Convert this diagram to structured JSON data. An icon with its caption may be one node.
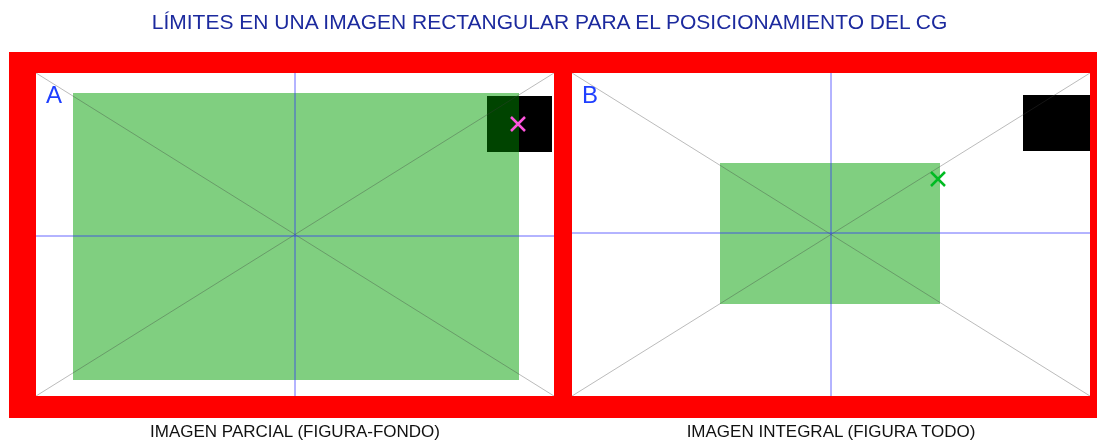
{
  "diagram": {
    "title": "LÍMITES EN UNA IMAGEN RECTANGULAR PARA EL POSICIONAMIENTO DEL CG",
    "nodes": [
      {
        "text": [
          "A"
        ],
        "beside": [
          "IMAGEN PARCIAL (FIGURA-FONDO)"
        ]
      },
      {
        "text": [
          "B"
        ],
        "beside": [
          "IMAGEN INTEGRAL (FIGURA TODO)"
        ]
      }
    ]
  }
}
